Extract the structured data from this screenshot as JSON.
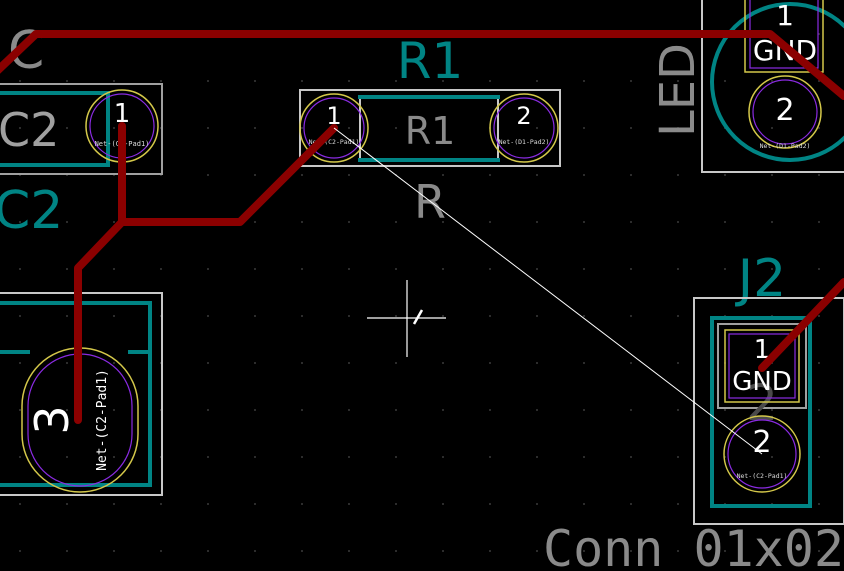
{
  "colors": {
    "background": "#000000",
    "copper": "#8b0000",
    "silkscreen": "#c8c8c8",
    "courtyard": "#a0a0a0",
    "fab": "#008484",
    "pad_outline": "#d4c84a",
    "pad_inner": "#8a2be2",
    "ratsnest": "#ffffff",
    "pad_label": "#ffffff",
    "grid_dot": "#3a3a3a"
  },
  "labels": {
    "c_partial_ref": "C",
    "c2_value": "C2",
    "c2_fab_ref": "C2",
    "r1_ref": "R1",
    "r1_fab_ref": "R1",
    "r1_value": "R",
    "led_value": "LED",
    "j2_ref": "J2",
    "j2_value": "Conn_01x02",
    "j2_fab_ref": "2"
  },
  "pads": {
    "c2_pad1": {
      "number": "1",
      "net": "Net-(C2-Pad1)"
    },
    "r1_pad1": {
      "number": "1",
      "net": "Net-(C2-Pad1)"
    },
    "r1_pad2": {
      "number": "2",
      "net": "Net-(D1-Pad2)"
    },
    "led_pad1": {
      "number": "1",
      "net": "GND"
    },
    "led_pad2": {
      "number": "2",
      "net": "Net-(D1-Pad2)"
    },
    "j2_pad1": {
      "number": "1",
      "net": "GND"
    },
    "j2_pad2": {
      "number": "2",
      "net": "Net-(C2-Pad1)"
    },
    "big_pad3": {
      "number": "3",
      "net": "Net-(C2-Pad1)"
    }
  }
}
